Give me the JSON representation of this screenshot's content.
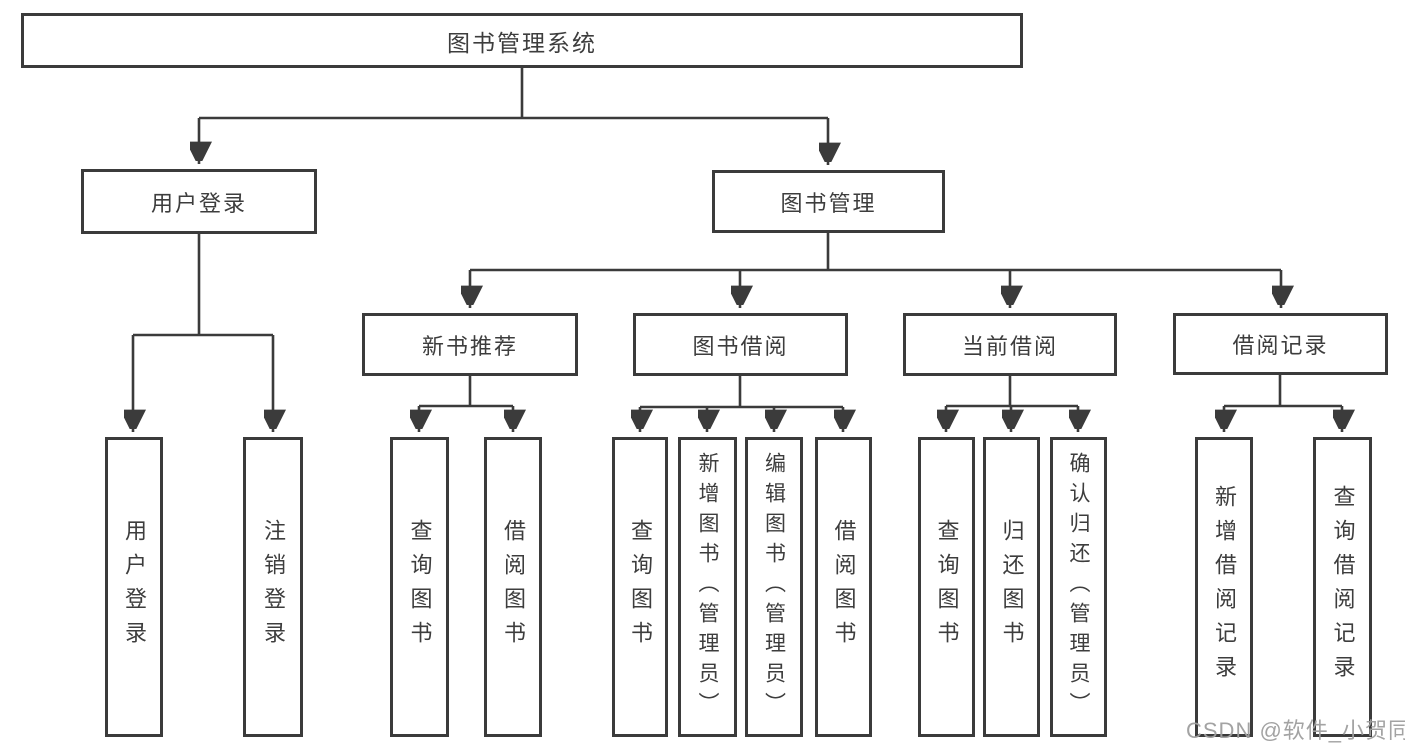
{
  "diagram": {
    "type": "hierarchy-chart",
    "title": "图书管理系统",
    "colors": {
      "line": "#3b3b3b",
      "box_border": "#3b3b3b",
      "box_fill": "#ffffff",
      "text": "#3d3d3d",
      "watermark": "#9e9e9e",
      "background": "#ffffff"
    }
  },
  "nodes": {
    "root": {
      "label": "图书管理系统"
    },
    "user_login": {
      "label": "用户登录",
      "parent": "图书管理系统"
    },
    "book_mgmt": {
      "label": "图书管理",
      "parent": "图书管理系统"
    },
    "new_book_rec": {
      "label": "新书推荐",
      "parent": "图书管理"
    },
    "book_borrow": {
      "label": "图书借阅",
      "parent": "图书管理"
    },
    "current_borrow": {
      "label": "当前借阅",
      "parent": "图书管理"
    },
    "borrow_records": {
      "label": "借阅记录",
      "parent": "图书管理"
    }
  },
  "leaves": [
    {
      "parent": "用户登录",
      "label": "用户登录"
    },
    {
      "parent": "用户登录",
      "label": "注销登录"
    },
    {
      "parent": "新书推荐",
      "label": "查询图书"
    },
    {
      "parent": "新书推荐",
      "label": "借阅图书"
    },
    {
      "parent": "图书借阅",
      "label": "查询图书"
    },
    {
      "parent": "图书借阅",
      "label": "新增图书（管理员）"
    },
    {
      "parent": "图书借阅",
      "label": "编辑图书（管理员）"
    },
    {
      "parent": "图书借阅",
      "label": "借阅图书"
    },
    {
      "parent": "当前借阅",
      "label": "查询图书"
    },
    {
      "parent": "当前借阅",
      "label": "归还图书"
    },
    {
      "parent": "当前借阅",
      "label": "确认归还（管理员）"
    },
    {
      "parent": "借阅记录",
      "label": "新增借阅记录"
    },
    {
      "parent": "借阅记录",
      "label": "查询借阅记录"
    }
  ],
  "watermark": "CSDN @软件_小贺同学"
}
